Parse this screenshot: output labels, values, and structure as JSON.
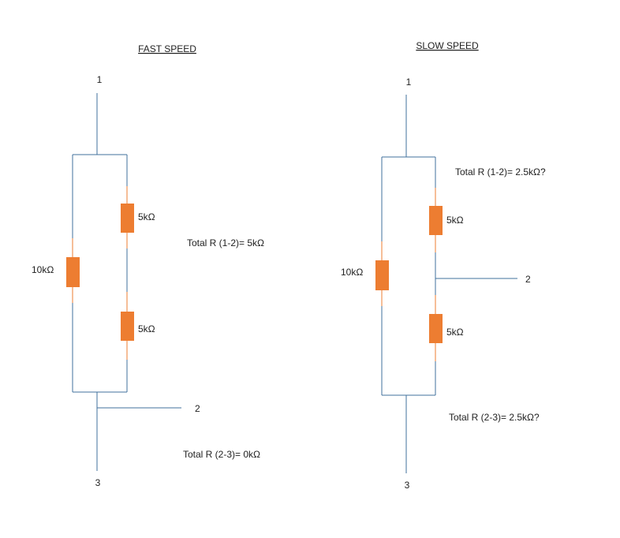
{
  "colors": {
    "wire": "#41719c",
    "resistor": "#ed7d31",
    "text": "#1f1f1f"
  },
  "fast": {
    "title": "FAST SPEED",
    "node1": "1",
    "node2": "2",
    "node3": "3",
    "r_left": "10kΩ",
    "r_top": "5kΩ",
    "r_bottom": "5kΩ",
    "total_12": "Total R (1-2)= 5kΩ",
    "total_23": "Total R (2-3)= 0kΩ"
  },
  "slow": {
    "title": "SLOW SPEED",
    "node1": "1",
    "node2": "2",
    "node3": "3",
    "r_left": "10kΩ",
    "r_top": "5kΩ",
    "r_bottom": "5kΩ",
    "total_12": "Total R (1-2)= 2.5kΩ?",
    "total_23": "Total R (2-3)= 2.5kΩ?"
  }
}
